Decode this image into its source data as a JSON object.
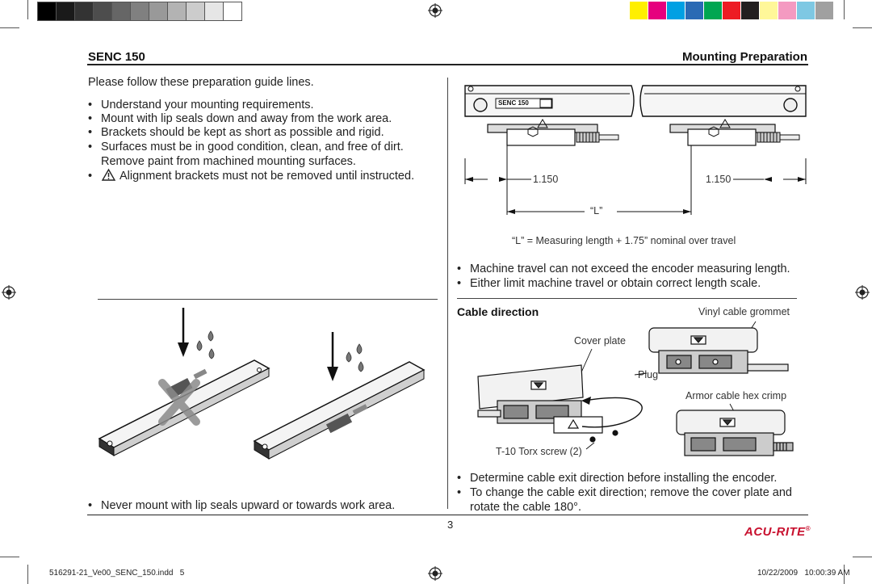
{
  "header": {
    "left_title": "SENC 150",
    "right_title": "Mounting Preparation"
  },
  "left_column": {
    "intro": "Please follow these preparation guide lines.",
    "bullets": [
      "Understand your mounting requirements.",
      "Mount with lip seals down and away from the work area.",
      "Brackets should be kept as short as possible and rigid.",
      "Surfaces must be in good condition, clean, and free of dirt.",
      "Alignment brackets must not be removed until instructed."
    ],
    "bullet4_cont": "Remove paint from machined mounting surfaces.",
    "caution_icon": "warning-triangle-icon",
    "bottom_bullet": "Never mount with lip seals upward or towards work area."
  },
  "top_diagram": {
    "scale_label": "SENC 150",
    "dim_left": "1.150",
    "dim_right": "1.150",
    "length_label": "“L”",
    "formula": "“L” = Measuring length + 1.75” nominal over travel"
  },
  "right_bullets": [
    "Machine travel can not exceed the encoder measuring length.",
    "Either limit machine travel or obtain correct length scale."
  ],
  "cable_section": {
    "title": "Cable direction",
    "labels": {
      "vinyl": "Vinyl cable grommet",
      "cover": "Cover plate",
      "plug": "Plug",
      "armor": "Armor cable hex crimp",
      "torx": "T-10 Torx screw (2)"
    },
    "bullets": [
      "Determine cable exit direction before installing the encoder.",
      "To change the cable exit direction; remove the cover plate and"
    ],
    "bullet2_cont": "rotate the cable 180°."
  },
  "page_number": "3",
  "brand": "ACU-RITE",
  "brand_mark": "®",
  "footer": {
    "file": "516291-21_Ve00_SENC_150.indd   5",
    "date": "10/22/2009   10:00:39 AM"
  },
  "color_bar": {
    "greys": [
      "#000000",
      "#1a1a1a",
      "#333333",
      "#4d4d4d",
      "#666666",
      "#808080",
      "#999999",
      "#b3b3b3",
      "#cccccc",
      "#e6e6e6",
      "#ffffff"
    ],
    "colors": [
      "#ffef00",
      "#e6007e",
      "#00a0e3",
      "#2a6ab4",
      "#00a651",
      "#ed1c24",
      "#231f20",
      "#fff799",
      "#f49ac1",
      "#7ec8e3",
      "#a0a0a0"
    ]
  }
}
